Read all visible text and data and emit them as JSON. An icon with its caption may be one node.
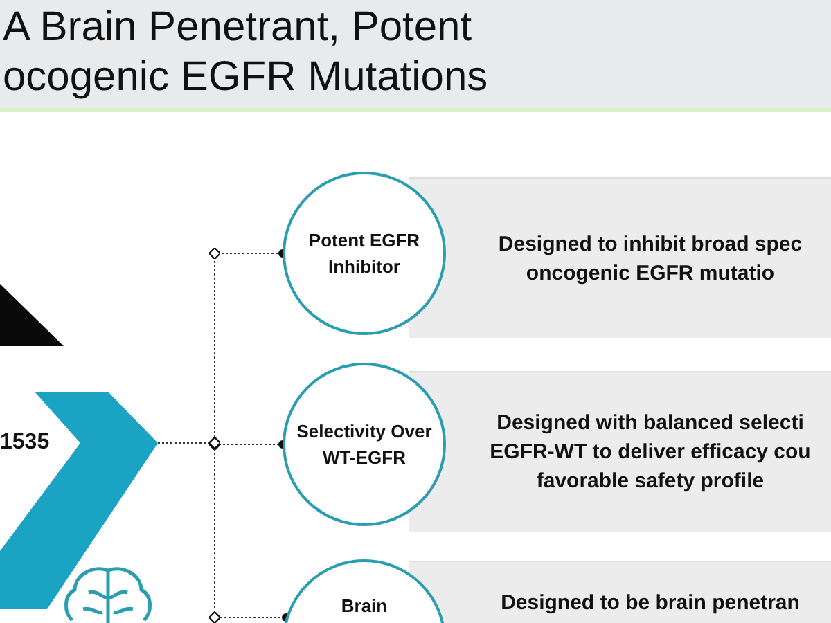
{
  "diagram": {
    "title": "A Brain Penetrant, Potent ocogenic EGFR Mutations",
    "nodes": [
      {
        "text": [
          "1535"
        ]
      },
      {
        "text": [
          "Potent EGFR Inhibitor"
        ]
      },
      {
        "text": [
          "Designed to inhibit broad spec oncogenic EGFR mutatio"
        ]
      },
      {
        "text": [
          "Selectivity Over WT-EGFR"
        ]
      },
      {
        "text": [
          "Designed with balanced selecti EGFR-WT to deliver efficacy cou favorable safety profile"
        ]
      },
      {
        "text": [
          "Brain"
        ]
      },
      {
        "text": [
          "Designed to be brain penetran"
        ]
      }
    ],
    "edges": [
      {
        "from": 0,
        "to": 1,
        "arrow": "other",
        "style": "dashed"
      },
      {
        "from": 0,
        "to": 3,
        "arrow": "other",
        "style": "dashed"
      },
      {
        "from": 0,
        "to": 5,
        "arrow": "other",
        "style": "dashed"
      }
    ]
  }
}
